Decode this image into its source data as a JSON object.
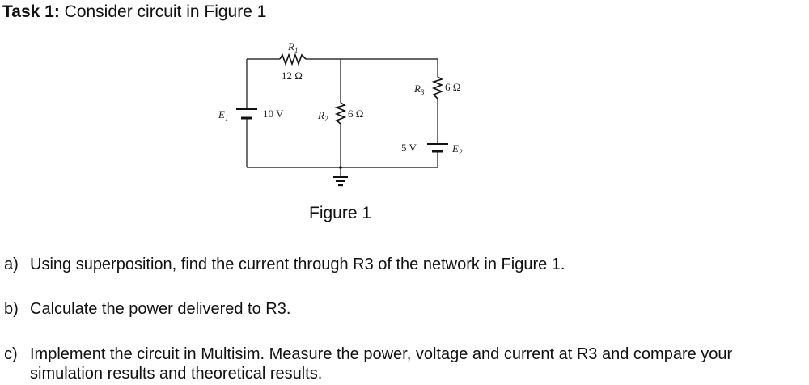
{
  "task": {
    "label": "Task 1:",
    "text": " Consider circuit in Figure 1"
  },
  "figure": {
    "caption": "Figure 1",
    "components": {
      "R1": {
        "name": "R",
        "sub": "1",
        "value": "12 Ω"
      },
      "R2": {
        "name": "R",
        "sub": "2",
        "value": "6 Ω"
      },
      "R3": {
        "name": "R",
        "sub": "3",
        "value": "6 Ω"
      },
      "E1": {
        "name": "E",
        "sub": "1",
        "value": "10 V"
      },
      "E2": {
        "name": "E",
        "sub": "2",
        "value": "5 V"
      }
    }
  },
  "questions": [
    {
      "label": "a)",
      "text": "Using superposition, find the current through R3 of the network in Figure 1."
    },
    {
      "label": "b)",
      "text": "Calculate the power delivered to R3."
    },
    {
      "label": "c)",
      "text": "Implement the circuit in Multisim. Measure the power, voltage and current at R3 and compare your",
      "cont": "simulation results and theoretical results."
    }
  ]
}
